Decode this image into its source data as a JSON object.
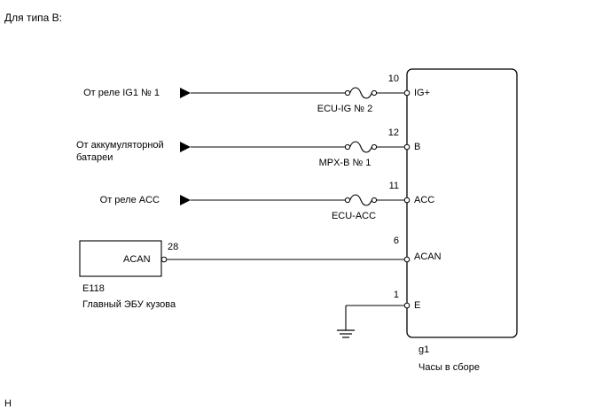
{
  "heading": "Для типа B:",
  "sources": [
    {
      "line1": "От реле IG1 № 1",
      "line2": ""
    },
    {
      "line1": "От аккумуляторной",
      "line2": "батареи"
    },
    {
      "line1": "От реле ACC",
      "line2": ""
    }
  ],
  "fuses": [
    "ECU-IG № 2",
    "MPX-B № 1",
    "ECU-ACC"
  ],
  "clock": {
    "pins": [
      {
        "number": "10",
        "name": "IG+"
      },
      {
        "number": "12",
        "name": "B"
      },
      {
        "number": "11",
        "name": "ACC"
      },
      {
        "number": "6",
        "name": "ACAN"
      },
      {
        "number": "1",
        "name": "E"
      }
    ],
    "code": "g1",
    "name": "Часы в сборе"
  },
  "body_ecu": {
    "label": "ACAN",
    "pin": "28",
    "code": "E118",
    "name": "Главный ЭБУ кузова"
  },
  "footer_letter": "H"
}
